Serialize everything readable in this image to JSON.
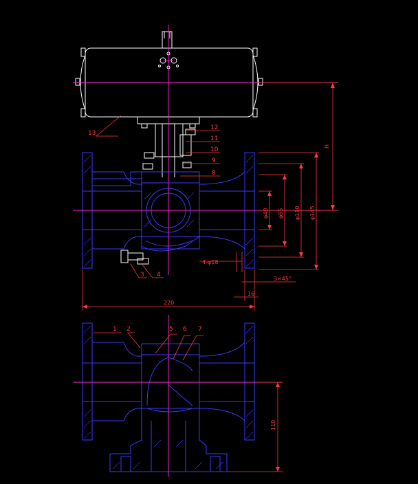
{
  "colors": {
    "background": "#000000",
    "outline": "#3a3aff",
    "centerline": "#ff2bd6",
    "dimension": "#ff3a3a",
    "text": "#ff3a3a"
  },
  "labels": {
    "part_numbers": [
      "1",
      "2",
      "3",
      "4",
      "5",
      "6",
      "7",
      "8",
      "9",
      "10",
      "11",
      "12",
      "13"
    ],
    "dia_40": "φ40",
    "dia_85": "φ85",
    "dia_110": "φ110",
    "dia_145": "φ145",
    "bolt_holes": "4-φ18",
    "chamfer": "3×45°",
    "flange_thickness": "16",
    "overall_length": "220",
    "height_h": "H",
    "bottom_height": "110"
  }
}
